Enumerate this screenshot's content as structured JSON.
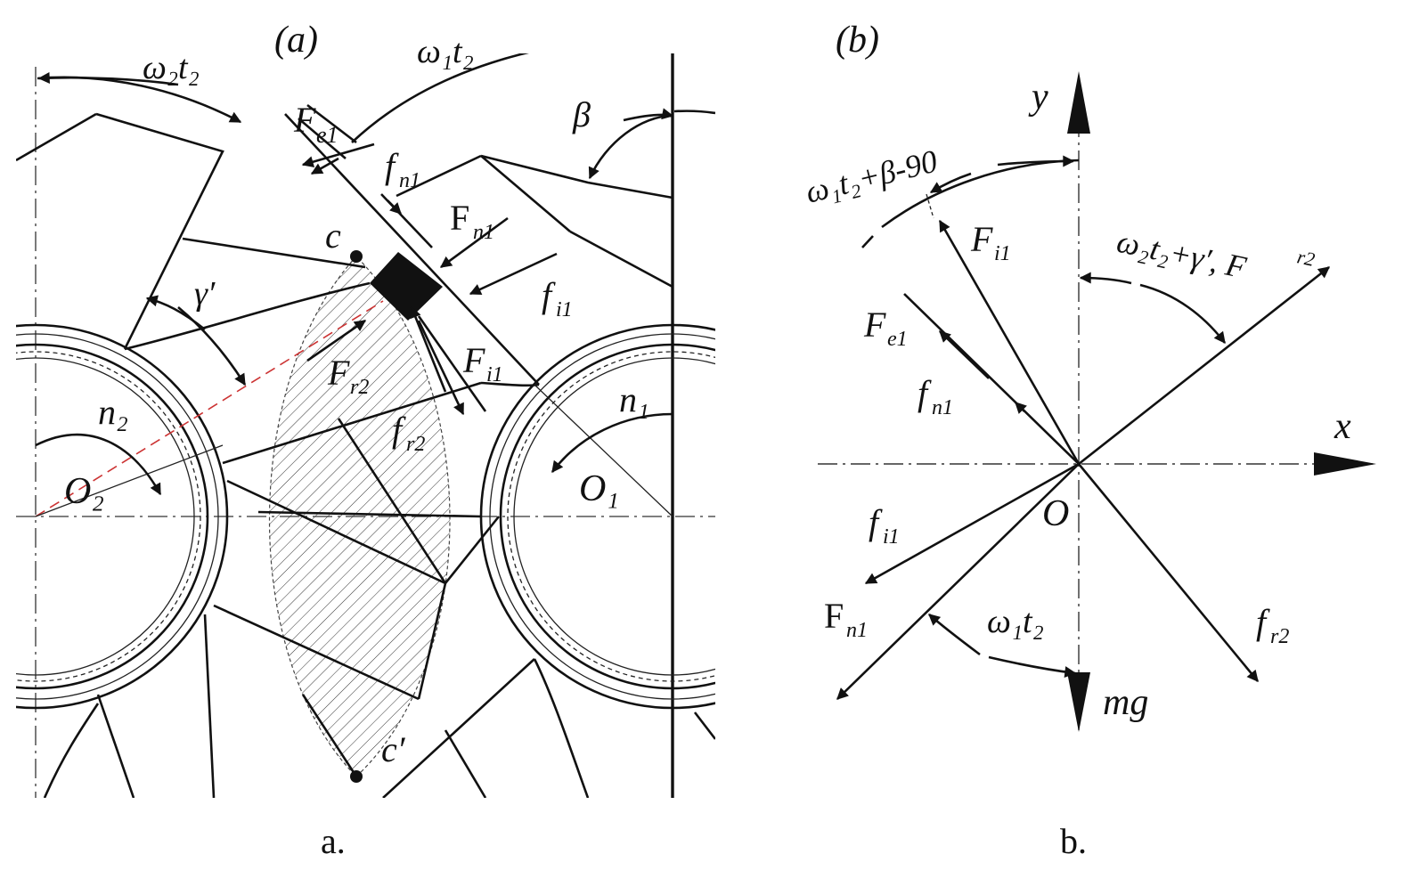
{
  "panel_a": {
    "tag": "(a)",
    "caption": "a.",
    "labels": {
      "w2t2": "ω₂t₂",
      "w1t2": "ω₁t₂",
      "beta": "β",
      "Fe1": "F",
      "Fe1_sub": "e1",
      "fn1": "f",
      "fn1_sub": "n1",
      "Fn1": "F",
      "Fn1_sub": "n1",
      "fi1": "f",
      "fi1_sub": "i1",
      "c": "c",
      "c_prime": "c′",
      "gamma_prime": "γ′",
      "Fr2": "F",
      "Fr2_sub": "r2",
      "Fi1": "F",
      "Fi1_sub": "i1",
      "fr2": "f",
      "fr2_sub": "r2",
      "n1": "n₁",
      "n2": "n₂",
      "O1": "O₁",
      "O2": "O₂"
    }
  },
  "panel_b": {
    "tag": "(b)",
    "caption": "b.",
    "labels": {
      "y": "y",
      "x": "x",
      "O": "O",
      "angle1": "ω₁t₂+β-90",
      "angle2": "ω₂t₂+γ′, F",
      "angle2_sub": "r2",
      "Fi1": "F",
      "Fi1_sub": "i1",
      "Fe1": "F",
      "Fe1_sub": "e1",
      "fn1": "f",
      "fn1_sub": "n1",
      "fi1": "f",
      "fi1_sub": "i1",
      "Fn1": "F",
      "Fn1_sub": "n1",
      "w1t2": "ω₁t₂",
      "fr2": "f",
      "fr2_sub": "r2",
      "mg": "mg"
    }
  },
  "colors": {
    "line": "#111111",
    "hatch": "#333333",
    "dashed_red": "#cc3333",
    "vector_dot": "#2233aa"
  }
}
